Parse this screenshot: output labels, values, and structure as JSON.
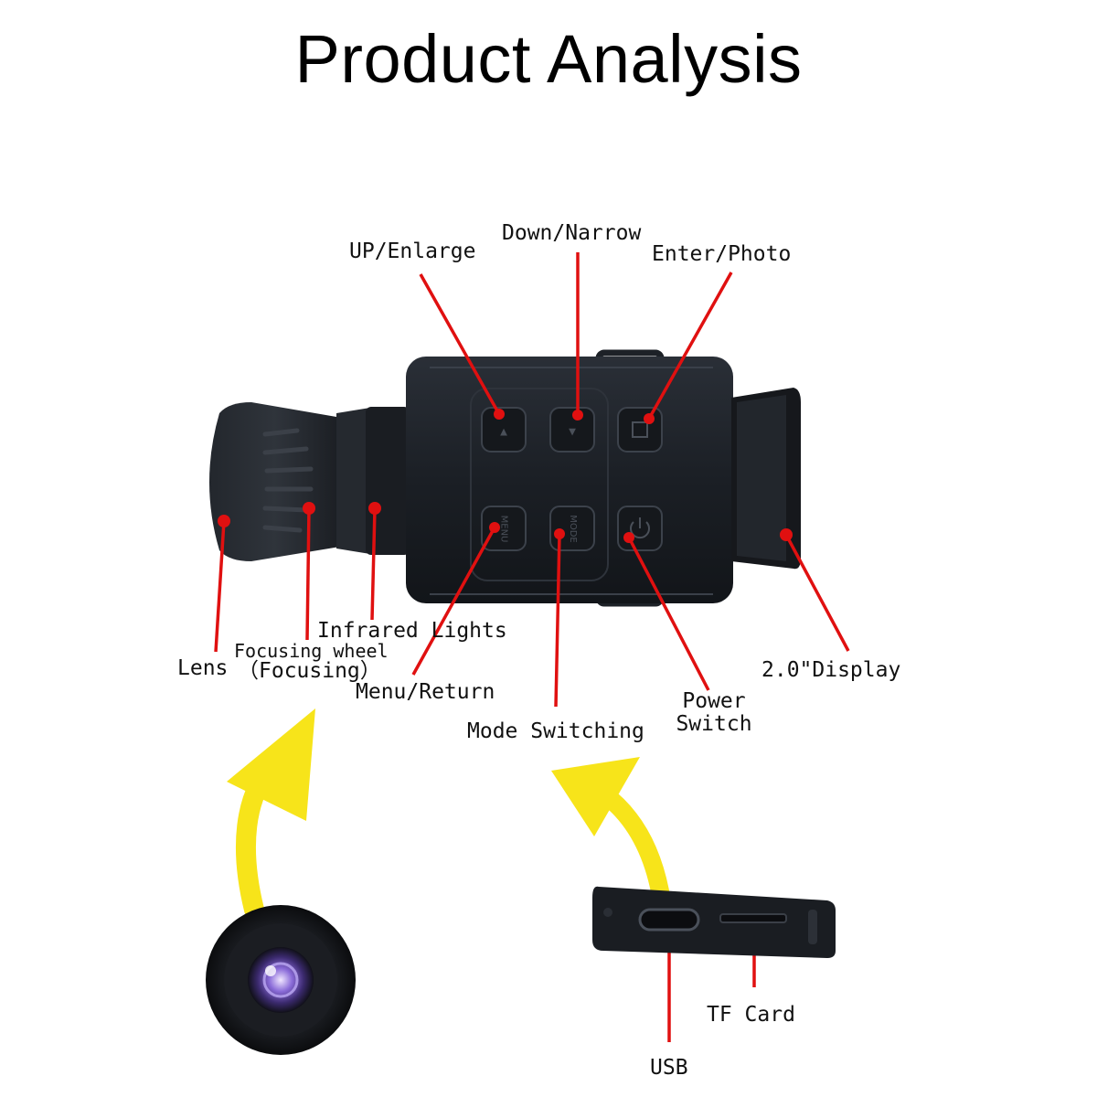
{
  "title": "Product Analysis",
  "labels": {
    "up_enlarge": "UP/Enlarge",
    "down_narrow": "Down/Narrow",
    "enter_photo": "Enter/Photo",
    "infrared_lights": "Infrared Lights",
    "focusing_wheel_1": "Focusing wheel",
    "focusing_wheel_2": "（Focusing）",
    "lens": "Lens",
    "menu_return": "Menu/Return",
    "mode_switching": "Mode Switching",
    "power_switch_1": "Power",
    "power_switch_2": "Switch",
    "display": "2.0\"Display",
    "tf_card": "TF Card",
    "usb": "USB"
  },
  "buttons": {
    "menu": "MENU",
    "mode": "MODE"
  },
  "colors": {
    "callout": "#e01010",
    "arrow": "#f7e41a",
    "device": "#1d2127"
  }
}
